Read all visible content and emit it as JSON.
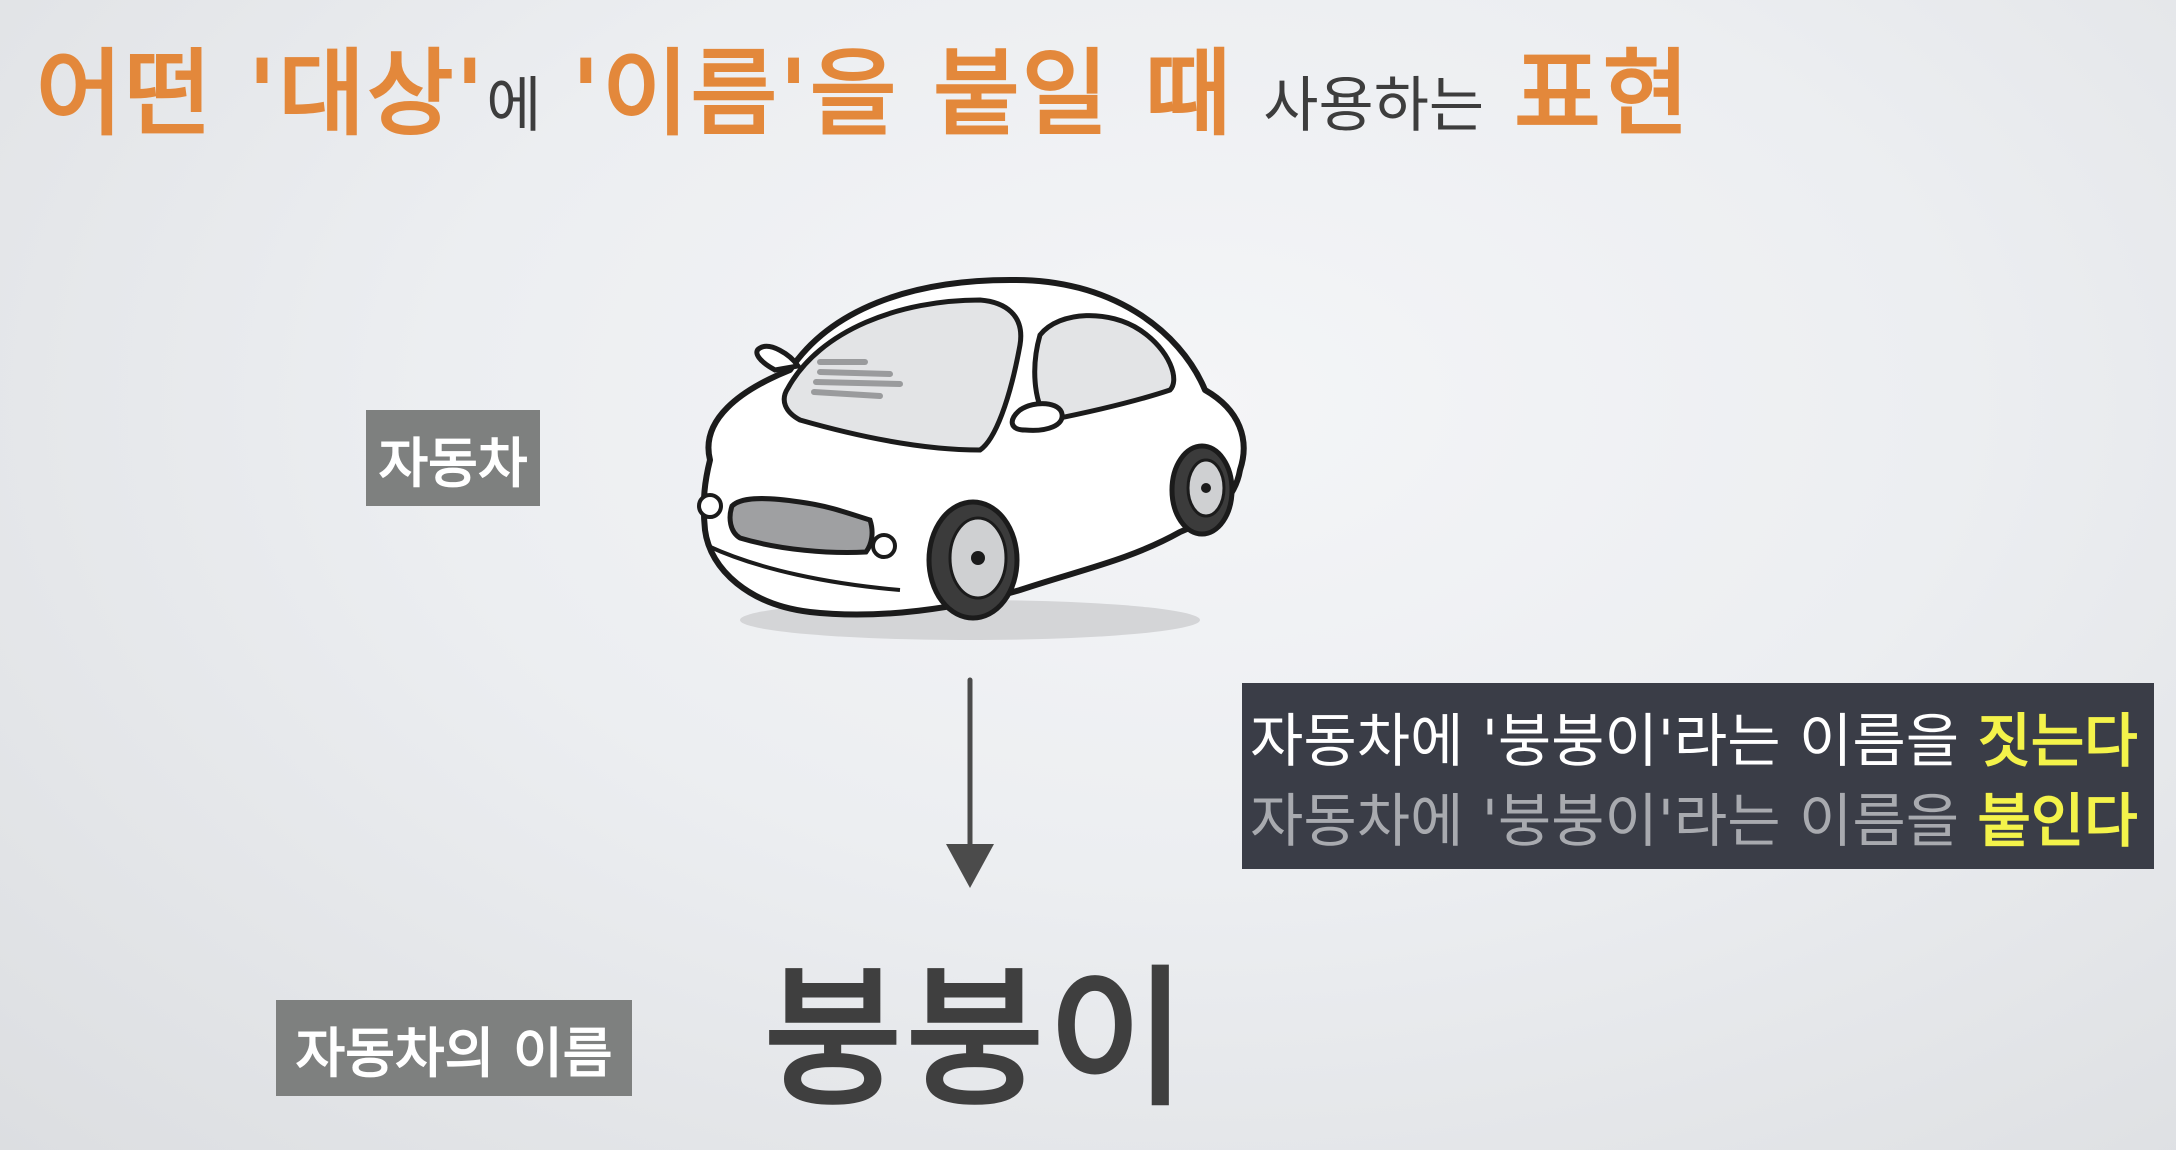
{
  "title": {
    "part1": "어떤 '대상'",
    "part2": "에",
    "part3": "'이름'을 붙일 때",
    "part4": "사용하는",
    "part5": "표현"
  },
  "car_label": "자동차",
  "callout": {
    "line1_prefix": "자동차에 '붕붕이'라는 이름을",
    "line1_highlight": "짓는다",
    "line2_prefix": "자동차에 '붕붕이'라는 이름을",
    "line2_highlight": "붙인다"
  },
  "name_label": "자동차의 이름",
  "name_value": "붕붕이",
  "colors": {
    "accent_orange": "#e3883b",
    "label_gray": "#7e807f",
    "callout_bg": "#3a3d47",
    "highlight_yellow": "#f4f34a"
  },
  "icons": {
    "car": "car-icon",
    "arrow": "arrow-down-icon"
  }
}
